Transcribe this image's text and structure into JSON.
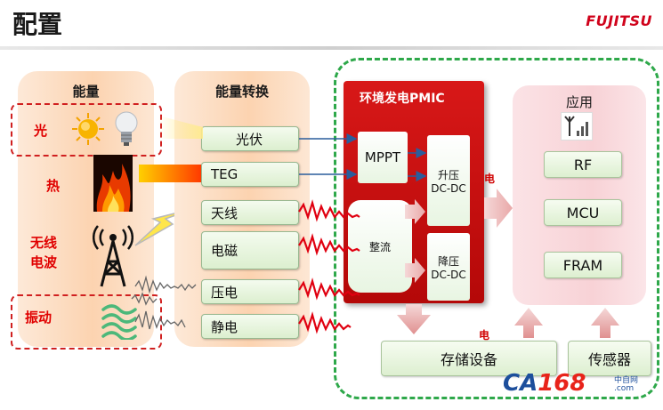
{
  "header": {
    "title": "配置",
    "logo": "FUJITSU"
  },
  "sources": {
    "heading": "能量",
    "items": [
      {
        "label": "光",
        "icon": "sun-and-bulb-icon"
      },
      {
        "label": "热",
        "icon": "fire-icon"
      },
      {
        "label": "无线电波",
        "icon": "radio-tower-icon"
      },
      {
        "label": "振动",
        "icon": "vibration-icon"
      }
    ]
  },
  "conversion": {
    "heading": "能量转换",
    "items": [
      "光伏",
      "TEG",
      "天线",
      "电磁",
      "压电",
      "静电"
    ]
  },
  "pmic": {
    "title": "环境发电PMIC",
    "mppt": "MPPT",
    "boost": "升压\nDC-DC",
    "rectifier": "整流",
    "buck": "降压\nDC-DC",
    "power_label": "电"
  },
  "application": {
    "heading": "应用",
    "items": [
      "RF",
      "MCU",
      "FRAM"
    ]
  },
  "bottom": {
    "storage": "存储设备",
    "sensor": "传感器",
    "power_label": "电"
  },
  "watermark": {
    "text_a": "CA",
    "text_b": "168",
    "suffix": ".com",
    "cn": "中自网"
  },
  "colors": {
    "red": "#d02020",
    "green_dash": "#2ea84a",
    "pmic_red": "#c81010"
  }
}
